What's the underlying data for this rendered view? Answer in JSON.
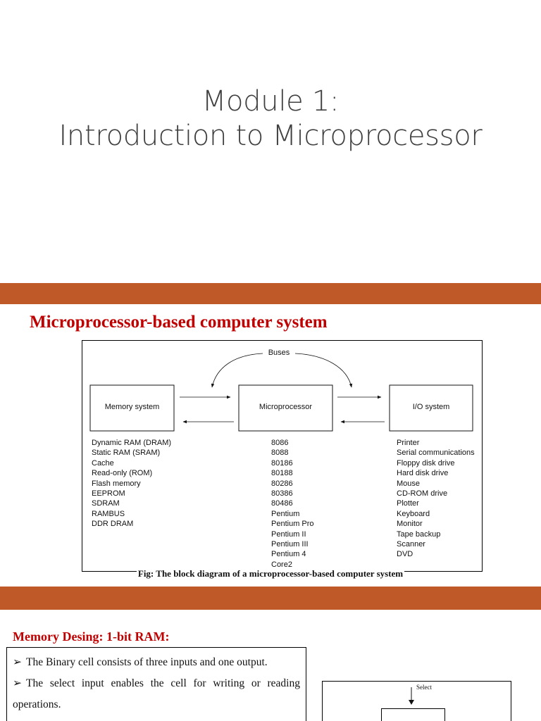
{
  "slide1": {
    "title_line1": "Module 1:",
    "title_line2": "Introduction to Microprocessor"
  },
  "slide2": {
    "heading": "Microprocessor-based computer system",
    "diagram": {
      "buses_label": "Buses",
      "memory_label": "Memory system",
      "cpu_label": "Microprocessor",
      "io_label": "I/O system",
      "memory_items": [
        "Dynamic RAM (DRAM)",
        "Static RAM (SRAM)",
        "Cache",
        "Read-only (ROM)",
        "Flash memory",
        "EEPROM",
        "SDRAM",
        "RAMBUS",
        "DDR DRAM"
      ],
      "cpu_items": [
        "8086",
        "8088",
        "80186",
        "80188",
        "80286",
        "80386",
        "80486",
        "Pentium",
        "Pentium Pro",
        "Pentium II",
        "Pentium III",
        "Pentium 4",
        "Core2"
      ],
      "io_items": [
        "Printer",
        "Serial communications",
        "Floppy disk drive",
        "Hard disk drive",
        "Mouse",
        "CD-ROM drive",
        "Plotter",
        "Keyboard",
        "Monitor",
        "Tape backup",
        "Scanner",
        "DVD"
      ]
    },
    "caption": "Fig: The block diagram of a microprocessor-based computer system"
  },
  "slide3": {
    "heading": "Memory Desing: 1-bit RAM:",
    "bullets": [
      "The Binary cell consists of three inputs and one output.",
      "The select input enables the cell for writing or reading operations."
    ],
    "figure_label": "Select"
  },
  "colors": {
    "accent_bar": "#bf5a28",
    "heading_red": "#c00000",
    "title_gray": "#404040"
  }
}
